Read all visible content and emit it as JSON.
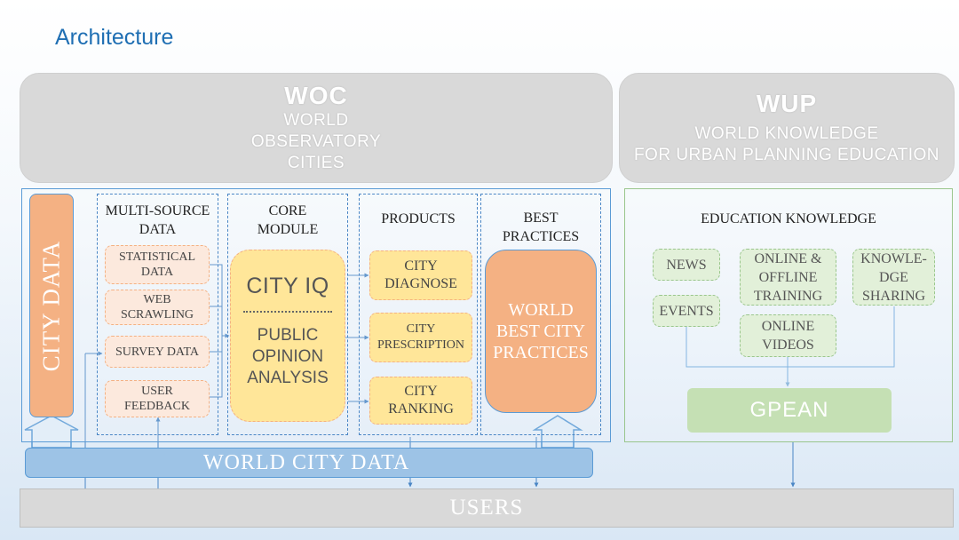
{
  "page": {
    "title": "Architecture"
  },
  "woc": {
    "title": "WOC",
    "subtitle_lines": [
      "WORLD",
      "OBSERVATORY",
      "CITIES"
    ]
  },
  "wup": {
    "title": "WUP",
    "subtitle_lines": [
      "WORLD KNOWLEDGE",
      "FOR URBAN PLANNING EDUCATION"
    ]
  },
  "city_data": {
    "label": "CITY DATA"
  },
  "multi_source": {
    "heading_lines": [
      "MULTI-SOURCE",
      "DATA"
    ],
    "items": [
      {
        "lines": [
          "STATISTICAL",
          "DATA"
        ]
      },
      {
        "lines": [
          "WEB",
          "SCRAWLING"
        ]
      },
      {
        "lines": [
          "SURVEY DATA"
        ]
      },
      {
        "lines": [
          "USER",
          "FEEDBACK"
        ]
      }
    ]
  },
  "core_module": {
    "heading_lines": [
      "CORE",
      "MODULE"
    ],
    "city_iq": "CITY IQ",
    "analysis_lines": [
      "PUBLIC",
      "OPINION",
      "ANALYSIS"
    ]
  },
  "products": {
    "heading": "PRODUCTS",
    "items": [
      {
        "lines": [
          "CITY",
          "DIAGNOSE"
        ]
      },
      {
        "lines": [
          "CITY",
          "PRESCRIPTION"
        ]
      },
      {
        "lines": [
          "CITY",
          "RANKING"
        ]
      }
    ]
  },
  "best_practices": {
    "heading_lines": [
      "BEST",
      "PRACTICES"
    ],
    "box_lines": [
      "WORLD",
      "BEST CITY",
      "PRACTICES"
    ]
  },
  "education": {
    "heading": "EDUCATION KNOWLEDGE",
    "items": {
      "news": {
        "lines": [
          "NEWS"
        ]
      },
      "events": {
        "lines": [
          "EVENTS"
        ]
      },
      "online_training": {
        "lines": [
          "ONLINE &",
          "OFFLINE",
          "TRAINING"
        ]
      },
      "online_videos": {
        "lines": [
          "ONLINE",
          "VIDEOS"
        ]
      },
      "knowledge_sharing": {
        "lines": [
          "KNOWLE-",
          "DGE",
          "SHARING"
        ]
      }
    },
    "gpean": "GPEAN"
  },
  "world_city_data": {
    "label": "WORLD CITY DATA"
  },
  "users": {
    "label": "USERS"
  },
  "colors": {
    "title_blue": "#1f6fb3",
    "panel_grey": "#d9d9d9",
    "frame_blue": "#5b9bd5",
    "frame_green": "#9ac68d",
    "orange": "#f4b183",
    "light_orange": "#fce9dd",
    "yellow": "#ffe699",
    "light_green": "#e2f0d9",
    "green": "#c5e0b4",
    "light_blue": "#9dc3e6"
  }
}
